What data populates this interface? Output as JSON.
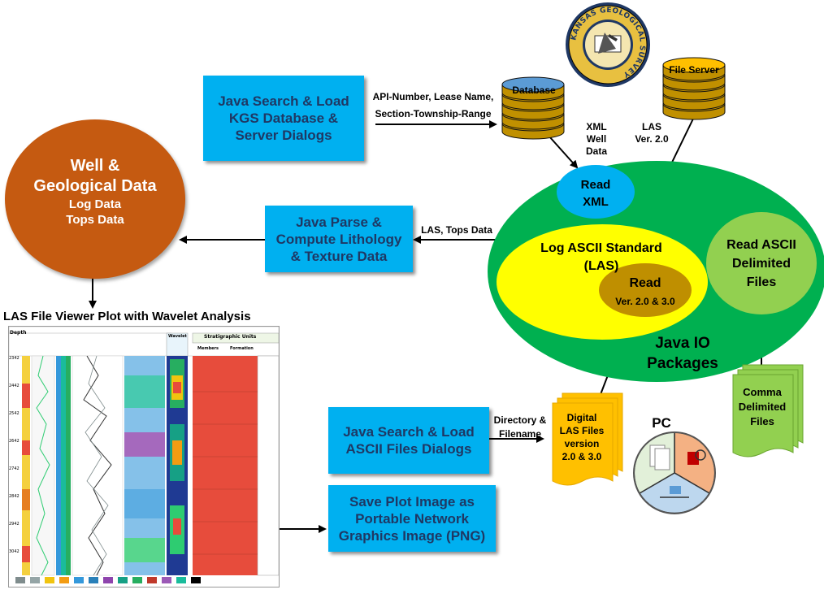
{
  "boxes": {
    "search_kgs": [
      "Java Search & Load",
      "KGS Database &",
      "Server Dialogs"
    ],
    "parse": [
      "Java Parse &",
      "Compute Lithology",
      "& Texture Data"
    ],
    "ascii_dialogs": [
      "Java Search & Load",
      "ASCII Files Dialogs"
    ],
    "save_png": [
      "Save Plot Image as",
      "Portable Network",
      "Graphics Image (PNG)"
    ]
  },
  "labels": {
    "api_number": "API-Number, Lease Name,",
    "section_township": "Section-Township-Range",
    "xml_well_data": [
      "XML",
      "Well",
      "Data"
    ],
    "las_ver": [
      "LAS",
      "Ver. 2.0"
    ],
    "las_tops": "LAS, Tops Data",
    "directory_filename": [
      "Directory &",
      "Filename"
    ],
    "viewer_title": "LAS File Viewer Plot with Wavelet Analysis"
  },
  "well_circle": {
    "title": [
      "Well &",
      "Geological Data"
    ],
    "items": [
      "Log Data",
      "Tops Data"
    ]
  },
  "cylinders": {
    "database": "Database",
    "file_server": "File Server"
  },
  "java_io": {
    "read_xml": [
      "Read",
      "XML"
    ],
    "las_standard": [
      "Log ASCII Standard",
      "(LAS)"
    ],
    "read_las": "Read",
    "read_las_versions": "Ver. 2.0 & 3.0",
    "read_ascii": [
      "Read  ASCII",
      "Delimited",
      "Files"
    ],
    "packages": [
      "Java IO",
      "Packages"
    ]
  },
  "documents": {
    "digital_las": [
      "Digital",
      "LAS Files",
      "version",
      "2.0 & 3.0"
    ],
    "comma_delimited": [
      "Comma",
      "Delimited",
      "Files"
    ]
  },
  "pc_label": "PC",
  "seal": {
    "text": "KANSAS GEOLOGICAL SURVEY"
  },
  "colors": {
    "box_blue": "#00b0f0",
    "box_text": "#1f3864",
    "well_circle": "#c55a11",
    "java_io_green": "#00b050",
    "las_yellow": "#ffff00",
    "read_las_gold": "#bf8f00",
    "read_xml_blue": "#00b0f0",
    "read_ascii_green": "#92d050",
    "cylinder_gold": "#c09000",
    "doc_gold": "#ffc000",
    "doc_green": "#92d050"
  },
  "viewer": {
    "header_depth": "Depth",
    "header_track_lithology": "Stratigraphic Units",
    "header_wavelet": "Wavelet",
    "col_members": "Members",
    "col_formation": "Formation",
    "depths": [
      "2342",
      "2442",
      "2542",
      "2642",
      "2742",
      "2842",
      "2942",
      "3042"
    ]
  }
}
